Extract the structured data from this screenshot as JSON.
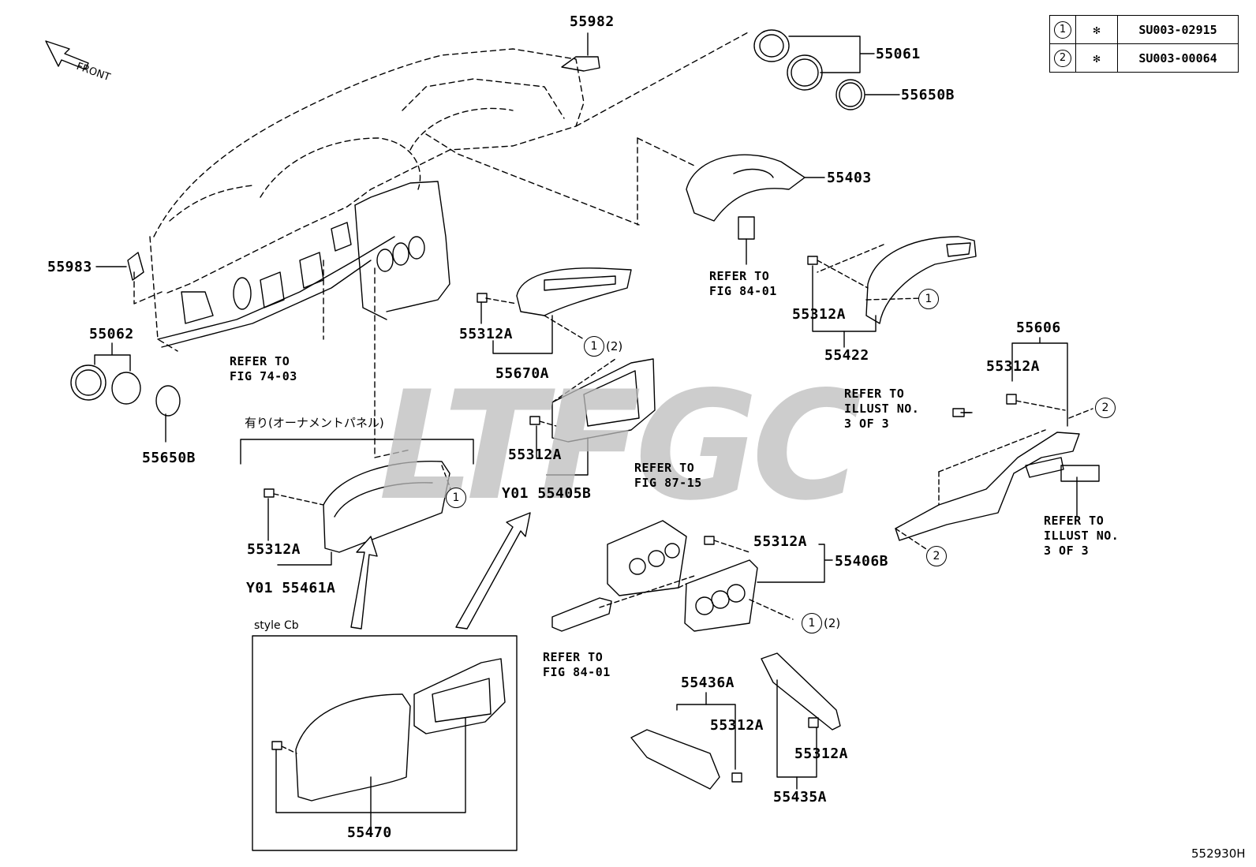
{
  "front_label": "FRONT",
  "diagram_code": "552930H",
  "watermark_text": "LTFGC",
  "legend": [
    {
      "key": "1",
      "part": "SU003-02915"
    },
    {
      "key": "2",
      "part": "SU003-00064"
    }
  ],
  "parts": {
    "p55982": "55982",
    "p55061": "55061",
    "p55650B_top": "55650B",
    "p55403": "55403",
    "p55983": "55983",
    "p55062": "55062",
    "p55650B_left": "55650B",
    "p55312A_vent": "55312A",
    "p55670A": "55670A",
    "p55312A_right": "55312A",
    "p55422": "55422",
    "p55606": "55606",
    "p55312A_console": "55312A",
    "p55312A_panel": "55312A",
    "p55405B": "Y01 55405B",
    "p55312A_cluster": "55312A",
    "p55461A": "Y01 55461A",
    "p55312A_hvac": "55312A",
    "p55406B": "55406B",
    "p55436A": "55436A",
    "p55312A_lower": "55312A",
    "p55312A_lower2": "55312A",
    "p55435A": "55435A",
    "p55470": "55470"
  },
  "refs": {
    "fig7403": [
      "REFER TO",
      "FIG 74-03"
    ],
    "fig8401_top": [
      "REFER TO",
      "FIG 84-01"
    ],
    "fig8715": [
      "REFER TO",
      "FIG 87-15"
    ],
    "fig8401_bottom": [
      "REFER TO",
      "FIG 84-01"
    ],
    "illust_a": [
      "REFER TO",
      "ILLUST NO.",
      "3 OF 3"
    ],
    "illust_b": [
      "REFER TO",
      "ILLUST NO.",
      "3 OF 3"
    ]
  },
  "callouts": {
    "c1_vent": "1",
    "c1_vent_paren": "(2)",
    "c1_right": "1",
    "c2_console_top": "2",
    "c1_cluster": "1",
    "c2_console_bottom": "2",
    "c1_hvac": "1",
    "c1_hvac_paren": "(2)"
  },
  "ornament_note": "有り(オーナメントパネル)",
  "style_box_label": "style Cb"
}
